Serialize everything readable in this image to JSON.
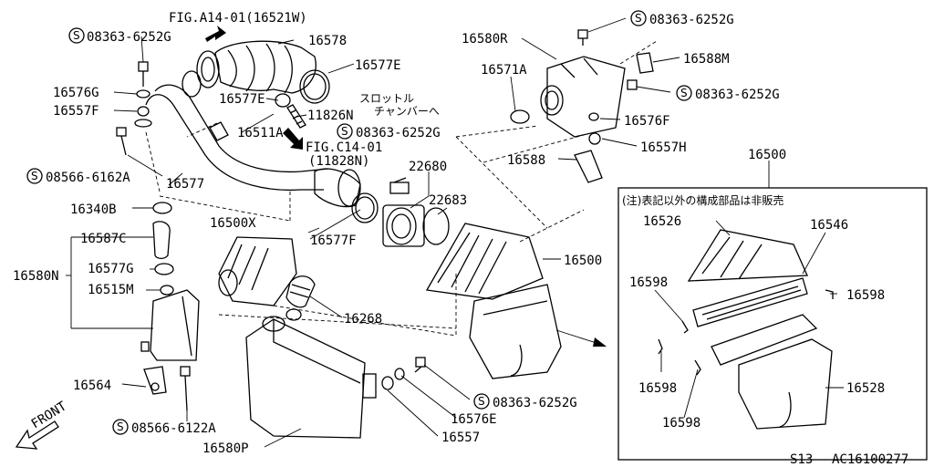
{
  "labels": {
    "fig_a14": "FIG.A14-01(16521W)",
    "bolt_top_left": "08363-6252G",
    "p16578": "16578",
    "p16577E_top": "16577E",
    "p16576G": "16576G",
    "p16557F": "16557F",
    "p16577E_mid": "16577E",
    "throttle_jp_1": "スロットル",
    "throttle_jp_2": "チャンバーへ",
    "p11826N": "11826N",
    "p16511A": "16511A",
    "fig_c14_1": "FIG.C14-01",
    "fig_c14_2": "(11828N)",
    "bolt_left": "08566-6162A",
    "p16577": "16577",
    "p16340B": "16340B",
    "p16587C": "16587C",
    "p16580N": "16580N",
    "p16577G": "16577G",
    "p16515M": "16515M",
    "p16564": "16564",
    "bolt_bottom_left": "08566-6122A",
    "p16580P": "16580P",
    "p16500X": "16500X",
    "p16268": "16268",
    "p16577F": "16577F",
    "bolt_center": "08363-6252G",
    "p22680": "22680",
    "p22683": "22683",
    "p16500_mid": "16500",
    "bolt_bottom_center": "08363-6252G",
    "p16576E": "16576E",
    "p16557": "16557",
    "p16580R": "16580R",
    "p16571A": "16571A",
    "bolt_top_right": "08363-6252G",
    "p16588M": "16588M",
    "bolt_right": "08363-6252G",
    "p16576F": "16576F",
    "p16557H": "16557H",
    "p16588": "16588",
    "p16500_box": "16500",
    "box_note": "(注)表記以外の構成部品は非販売",
    "p16526": "16526",
    "p16546": "16546",
    "p16598_a": "16598",
    "p16598_b": "16598",
    "p16598_c": "16598",
    "p16598_d": "16598",
    "p16528": "16528",
    "front": "FRONT",
    "page_code": "S13",
    "diagram_id": "AC16100277"
  },
  "symbols": {
    "circle_s": "S"
  }
}
